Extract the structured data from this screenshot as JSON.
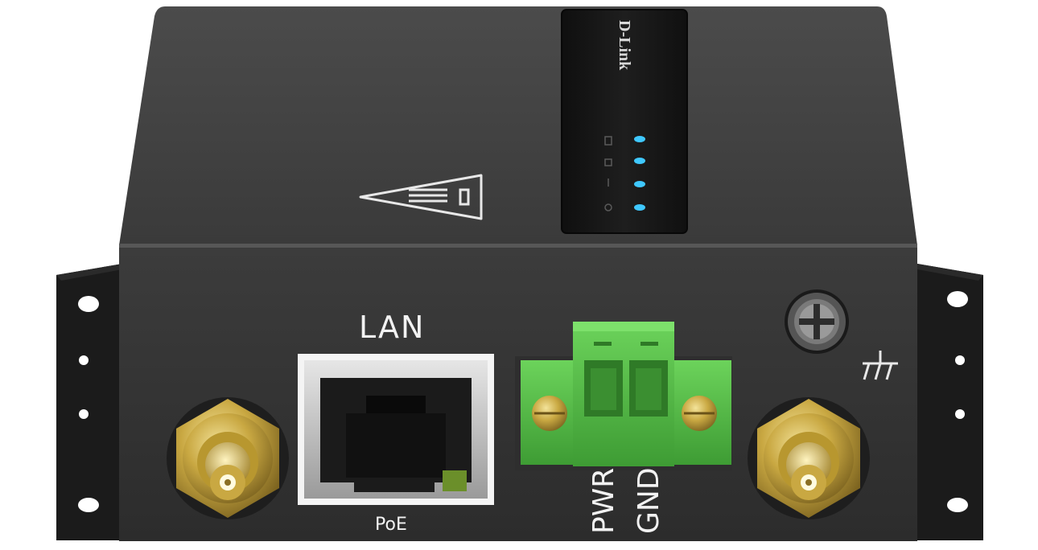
{
  "device": {
    "brand": "D-Link",
    "front_panel": {
      "lan_label": "LAN",
      "poe_label": "PoE",
      "pwr_label": "PWR",
      "gnd_label": "GND"
    },
    "led_color": "#3fc8ff",
    "terminal_color": "#56c24a",
    "connector_color": "#d2b34a"
  }
}
